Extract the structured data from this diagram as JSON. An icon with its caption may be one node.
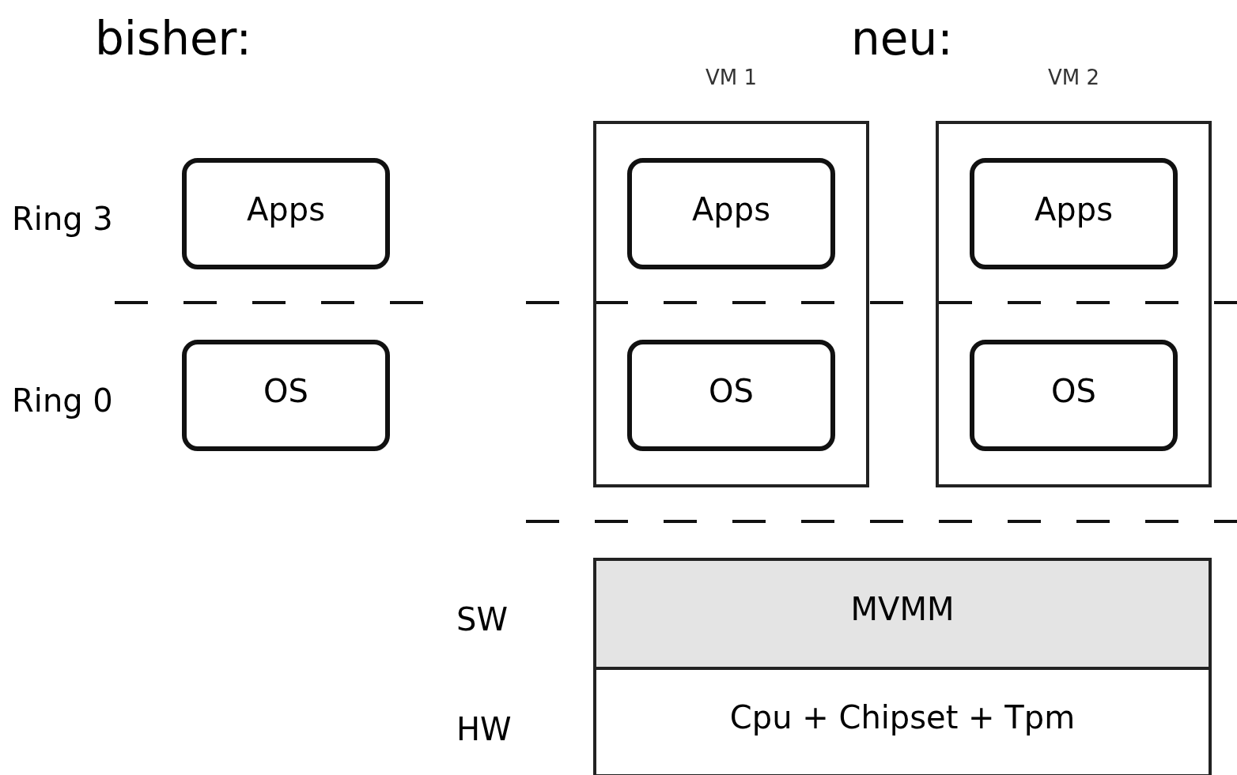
{
  "diagram": {
    "nodes": [
      {
        "text": [
          "Apps"
        ]
      },
      {
        "text": [
          "OS"
        ]
      },
      {
        "text": [
          "VM 1"
        ]
      },
      {
        "text": [
          "Apps"
        ],
        "in": 2
      },
      {
        "text": [
          "OS"
        ],
        "in": 2
      },
      {
        "text": [
          "VM 2"
        ]
      },
      {
        "text": [
          "Apps"
        ],
        "in": 5
      },
      {
        "text": [
          "OS"
        ],
        "in": 5
      },
      {
        "text": [
          "MVMM"
        ]
      },
      {
        "text": [
          "Cpu + Chipset + Tpm"
        ]
      }
    ],
    "labels": [
      "bisher:",
      "neu:",
      "Ring 3",
      "Ring 0",
      "SW",
      "HW"
    ]
  }
}
